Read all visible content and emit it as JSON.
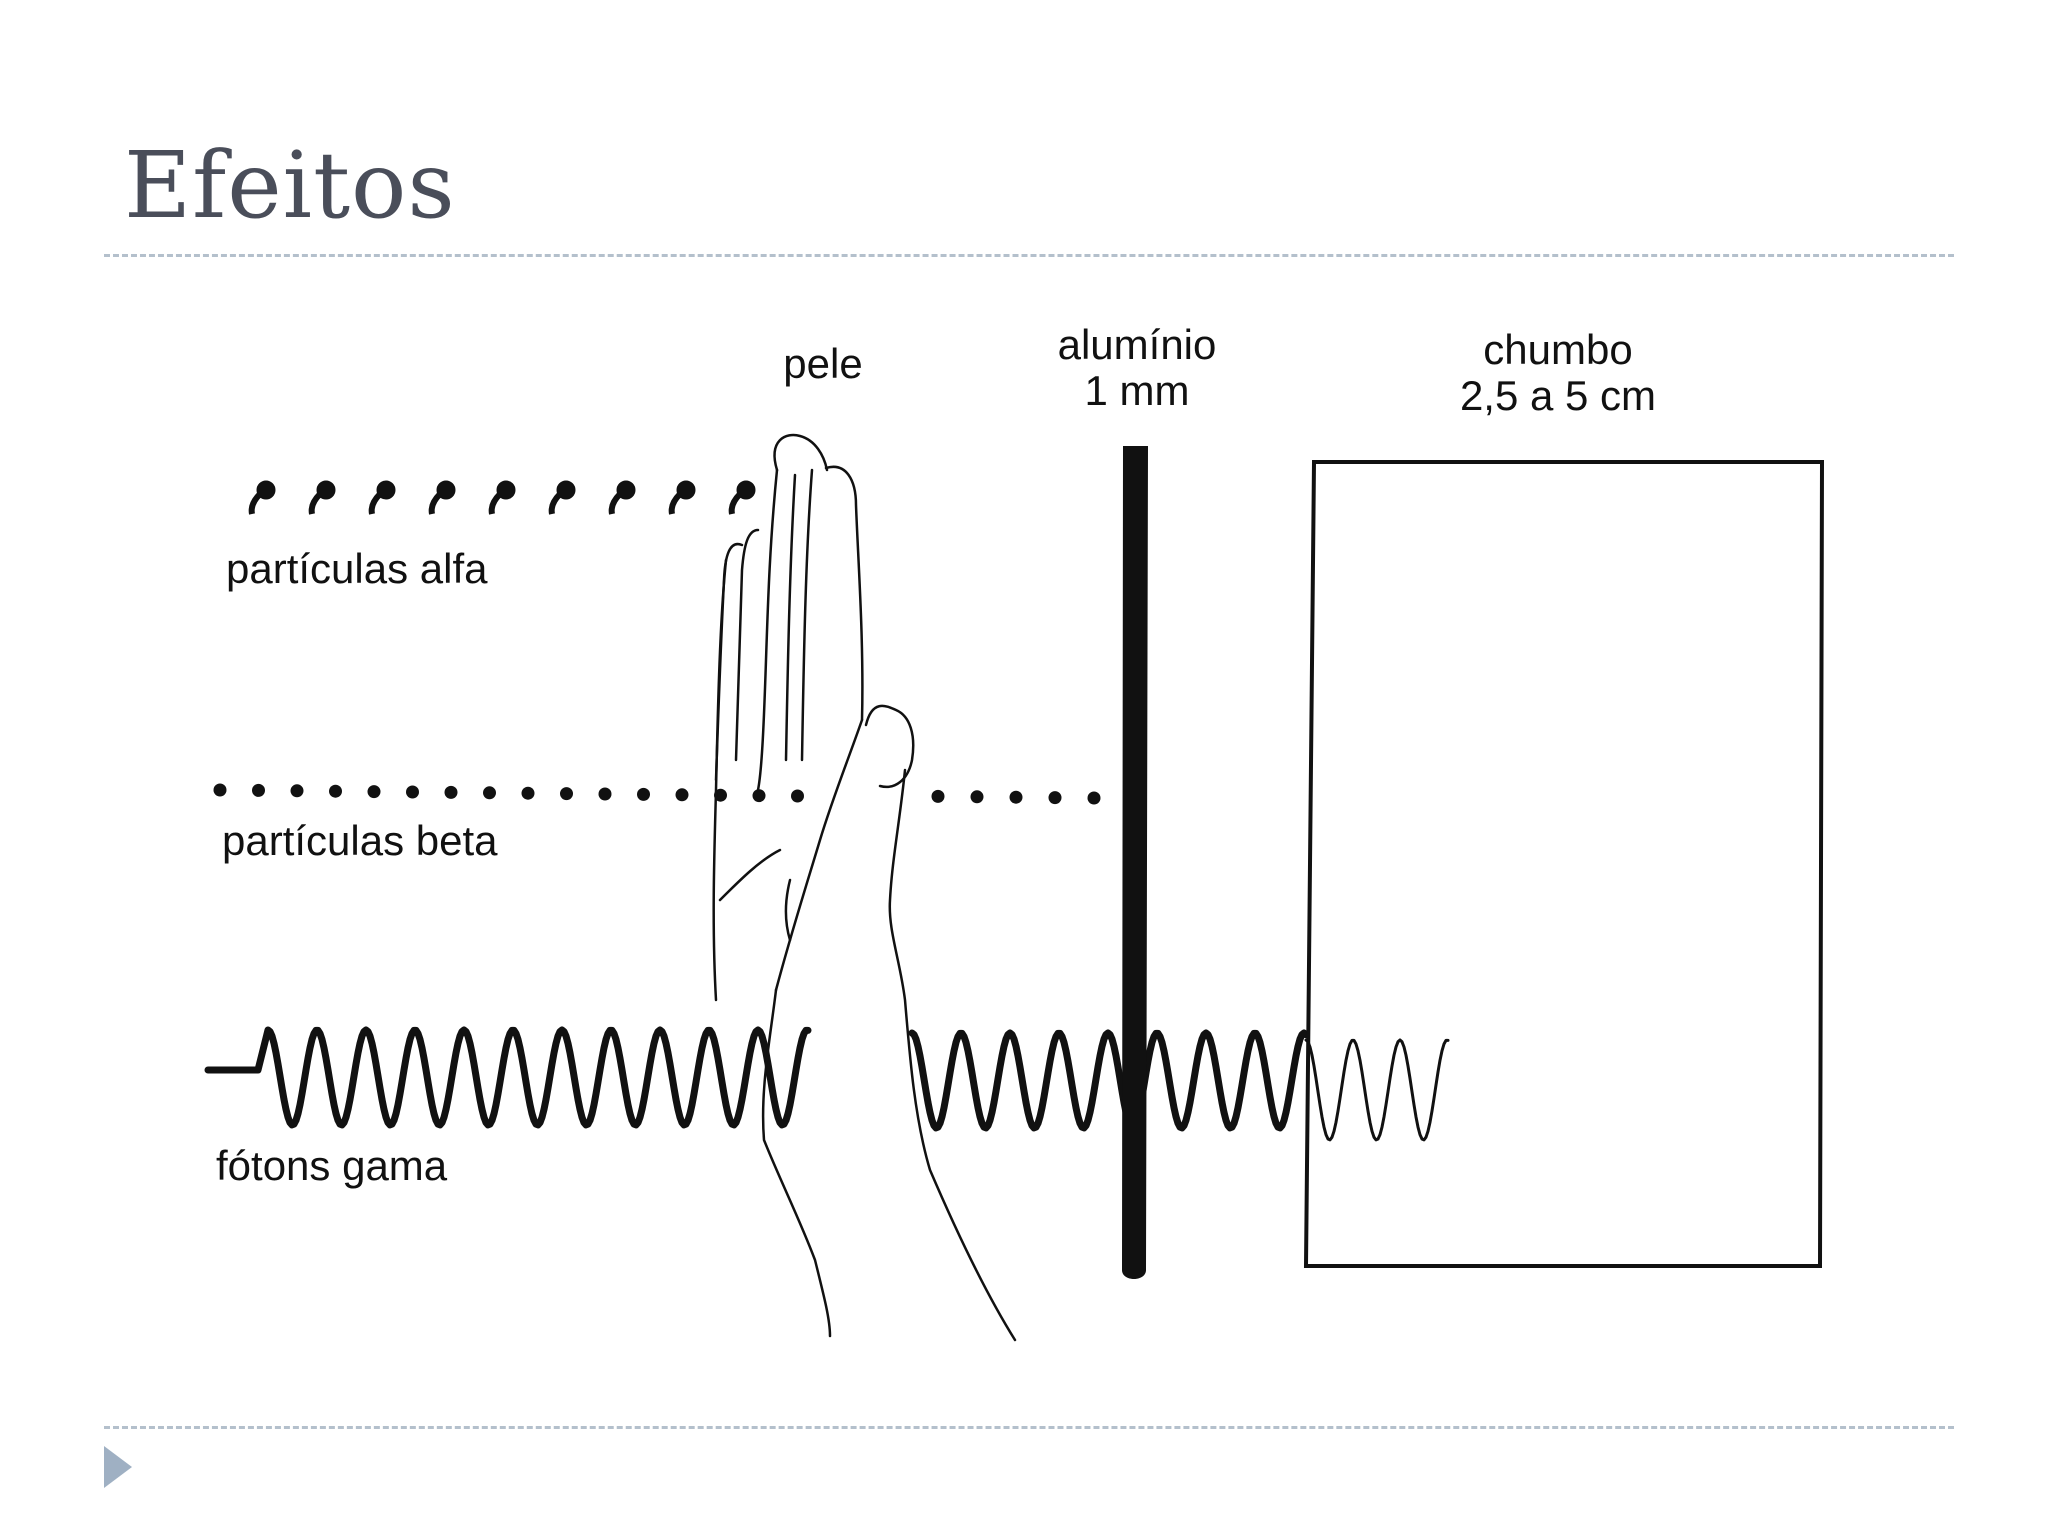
{
  "slide": {
    "title": "Efeitos"
  },
  "diagram": {
    "barriers": {
      "skin": "pele",
      "aluminum": {
        "name": "alumínio",
        "thickness": "1 mm"
      },
      "lead": {
        "name": "chumbo",
        "thickness": "2,5 a 5 cm"
      }
    },
    "radiation": {
      "alpha": "partículas alfa",
      "beta": "partículas beta",
      "gamma": "fótons gama"
    }
  },
  "colors": {
    "title": "#4a4e5a",
    "rule": "#b4c0cc",
    "nav_arrow": "#9fb0c3",
    "ink": "#111111"
  },
  "icons": {
    "nav": "triangle-right-icon"
  }
}
